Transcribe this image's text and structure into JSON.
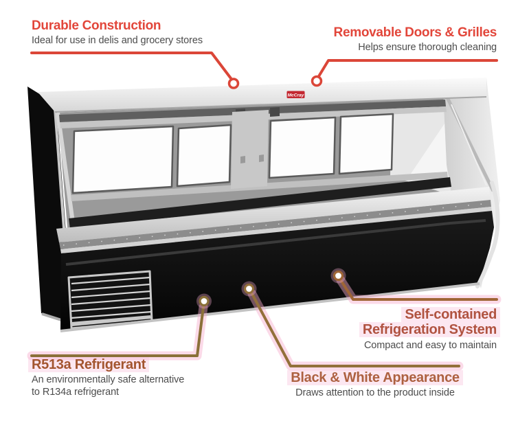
{
  "product": {
    "brand_badge": "McCray",
    "appearance": {
      "case_black": "#0c0c0c",
      "case_white": "#e8e8e8",
      "badge_red": "#c32730"
    }
  },
  "colors": {
    "heading_red": "#e2463a",
    "subtext_gray": "#4c4c4c",
    "connector_red": "#db4638",
    "connector_gold": "#8e7340",
    "highlight_pink": "#f9c6dd"
  },
  "callouts": [
    {
      "id": "durable-construction",
      "position": "top-left",
      "title": "Durable Construction",
      "description": "Ideal for use in delis and grocery stores",
      "title_color": "#e2463a",
      "line_color": "#db4638"
    },
    {
      "id": "removable-doors-grilles",
      "position": "top-right",
      "title": "Removable Doors & Grilles",
      "description": "Helps ensure thorough cleaning",
      "title_color": "#e2463a",
      "line_color": "#db4638"
    },
    {
      "id": "r513a-refrigerant",
      "position": "bottom-left",
      "title": "R513a Refrigerant",
      "description": "An environmentally safe alternative to R134a refrigerant",
      "title_color": "#a3552f",
      "line_color": "#8a7038"
    },
    {
      "id": "black-white-appearance",
      "position": "bottom-center",
      "title": "Black & White Appearance",
      "description": "Draws attention to the product inside",
      "title_color": "#ad6140",
      "line_color": "#93703a"
    },
    {
      "id": "self-contained-refrigeration",
      "position": "bottom-right",
      "title": "Self-contained Refrigeration System",
      "description": "Compact and easy to maintain",
      "title_color": "#b05340",
      "line_color": "#9f6636"
    }
  ]
}
